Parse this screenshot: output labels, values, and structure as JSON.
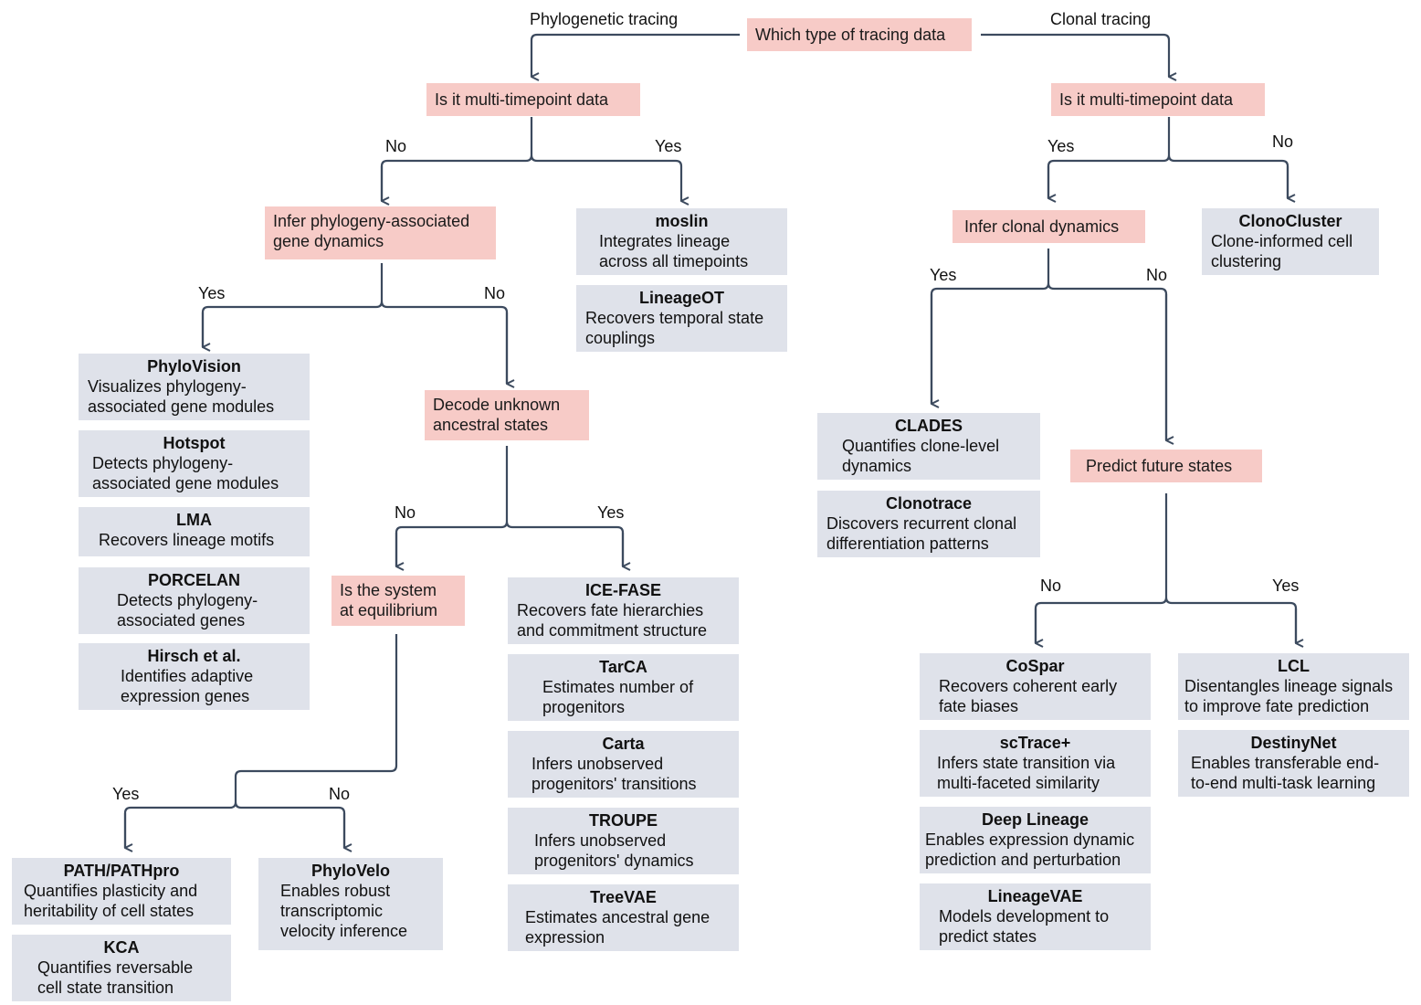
{
  "root": {
    "question": "Which type of tracing data"
  },
  "phylo": {
    "branch_label": "Phylogenetic tracing",
    "multi_q": "Is it multi-timepoint data",
    "no_label": "No",
    "yes_label": "Yes",
    "yes_tools": [
      {
        "name": "moslin",
        "desc": [
          "Integrates lineage",
          "across all timepoints"
        ]
      },
      {
        "name": "LineageOT",
        "desc": [
          "Recovers temporal state",
          "couplings"
        ]
      }
    ],
    "gene_q": [
      "Infer phylogeny-associated",
      "gene dynamics"
    ],
    "gene_yes_label": "Yes",
    "gene_no_label": "No",
    "gene_tools": [
      {
        "name": "PhyloVision",
        "desc": [
          "Visualizes phylogeny-",
          "associated gene modules"
        ]
      },
      {
        "name": "Hotspot",
        "desc": [
          "Detects phylogeny-",
          "associated gene modules"
        ]
      },
      {
        "name": "LMA",
        "desc": [
          "Recovers lineage motifs"
        ]
      },
      {
        "name": "PORCELAN",
        "desc": [
          "Detects phylogeny-",
          "associated genes"
        ]
      },
      {
        "name": "Hirsch et al.",
        "desc": [
          "Identifies adaptive",
          "expression genes"
        ]
      }
    ],
    "ancestral_q": [
      "Decode unknown",
      "ancestral states"
    ],
    "anc_no_label": "No",
    "anc_yes_label": "Yes",
    "anc_tools": [
      {
        "name": "ICE-FASE",
        "desc": [
          "Recovers fate hierarchies",
          "and commitment structure"
        ]
      },
      {
        "name": "TarCA",
        "desc": [
          "Estimates number of",
          "progenitors"
        ]
      },
      {
        "name": "Carta",
        "desc": [
          "Infers unobserved",
          "progenitors' transitions"
        ]
      },
      {
        "name": "TROUPE",
        "desc": [
          "Infers unobserved",
          "progenitors' dynamics"
        ]
      },
      {
        "name": "TreeVAE",
        "desc": [
          "Estimates ancestral gene",
          "expression"
        ]
      }
    ],
    "equil_q": [
      "Is the system",
      "at equilibrium"
    ],
    "eq_yes_label": "Yes",
    "eq_no_label": "No",
    "eq_yes_tools": [
      {
        "name": "PATH/PATHpro",
        "desc": [
          "Quantifies plasticity and",
          "heritability of cell states"
        ]
      },
      {
        "name": "KCA",
        "desc": [
          "Quantifies reversable",
          "cell state transition"
        ]
      }
    ],
    "eq_no_tools": [
      {
        "name": "PhyloVelo",
        "desc": [
          "Enables robust",
          "transcriptomic",
          "velocity inference"
        ]
      }
    ]
  },
  "clonal": {
    "branch_label": "Clonal tracing",
    "multi_q": "Is it multi-timepoint data",
    "yes_label": "Yes",
    "no_label": "No",
    "no_tools": [
      {
        "name": "ClonoCluster",
        "desc": [
          "Clone-informed cell",
          "clustering"
        ]
      }
    ],
    "dyn_q": "Infer clonal dynamics",
    "dyn_yes_label": "Yes",
    "dyn_no_label": "No",
    "dyn_tools": [
      {
        "name": "CLADES",
        "desc": [
          "Quantifies clone-level",
          "dynamics"
        ]
      },
      {
        "name": "Clonotrace",
        "desc": [
          "Discovers recurrent clonal",
          "differentiation patterns"
        ]
      }
    ],
    "future_q": "Predict future states",
    "fut_no_label": "No",
    "fut_yes_label": "Yes",
    "fut_no_tools": [
      {
        "name": "CoSpar",
        "desc": [
          "Recovers coherent early",
          "fate biases"
        ]
      },
      {
        "name": "scTrace+",
        "desc": [
          "Infers state transition via",
          "multi-faceted similarity"
        ]
      },
      {
        "name": "Deep Lineage",
        "desc": [
          "Enables expression dynamic",
          "prediction and perturbation"
        ]
      },
      {
        "name": "LineageVAE",
        "desc": [
          "Models development to",
          "predict states"
        ]
      }
    ],
    "fut_yes_tools": [
      {
        "name": "LCL",
        "desc": [
          "Disentangles lineage signals",
          "to improve fate prediction"
        ]
      },
      {
        "name": "DestinyNet",
        "desc": [
          "Enables transferable end-",
          "to-end multi-task learning"
        ]
      }
    ]
  },
  "colors": {
    "question_fill": "#f7cbc7",
    "tool_fill": "#dfe2ea",
    "connector": "#3c4a5e"
  }
}
